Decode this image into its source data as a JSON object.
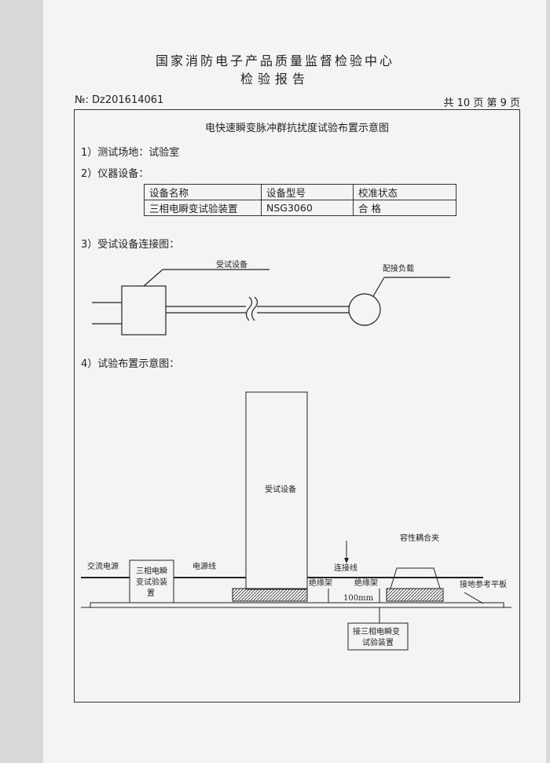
{
  "header": {
    "line1": "国家消防电子产品质量监督检验中心",
    "line2": "检验报告"
  },
  "meta": {
    "report_no": "№: Dz201614061",
    "pages": "共 10 页   第 9 页"
  },
  "doc": {
    "subtitle": "电快速瞬变脉冲群抗扰度试验布置示意图",
    "s1": "1）测试场地：试验室",
    "s2": "2）仪器设备：",
    "s3": "3）受试设备连接图：",
    "s4": "4）试验布置示意图：",
    "table": {
      "headers": [
        "设备名称",
        "设备型号",
        "校准状态"
      ],
      "row": [
        "三相电瞬变试验装置",
        "NSG3060",
        "合 格"
      ]
    }
  },
  "conn": {
    "eut_label": "受试设备",
    "load_label": "配接负载"
  },
  "layout": {
    "eut": "受试设备",
    "ac_power": "交流电源",
    "gen_box": [
      "三相电瞬",
      "变试验装",
      "置"
    ],
    "power_line": "电源线",
    "connect_line": "连接线",
    "clamp": "容性耦合夹",
    "ground_plane": "接地参考平板",
    "insulator1": "绝缘架",
    "insulator2": "绝缘架",
    "distance": "100mm",
    "to_gen": [
      "接三相电瞬变",
      "试验装置"
    ]
  }
}
